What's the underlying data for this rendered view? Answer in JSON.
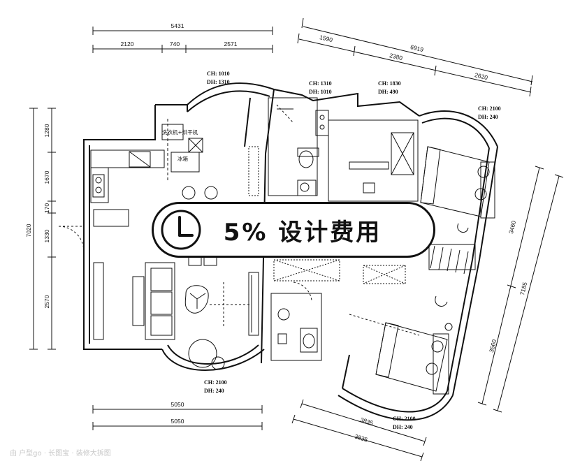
{
  "dimensions": {
    "top_total": "5431",
    "top_segments": [
      "2120",
      "740",
      "2571"
    ],
    "left_total": "7020",
    "left_segments": [
      "1280",
      "1670",
      "170",
      "1330",
      "2570"
    ],
    "bottom_1": "5050",
    "bottom_2": "5050",
    "upper_right_total": "6919",
    "upper_right_segments": [
      "1590",
      "2380",
      "2620"
    ],
    "right_total": "7185",
    "right_segments": [
      "3460",
      "3560"
    ],
    "lower_right_1": "3835",
    "lower_right_2": "3835"
  },
  "window_notes": [
    {
      "ch": "CH: 1010",
      "dh": "DH: 1310"
    },
    {
      "ch": "CH: 1310",
      "dh": "DH: 1010"
    },
    {
      "ch": "CH: 1830",
      "dh": "DH: 490"
    },
    {
      "ch": "CH: 2100",
      "dh": "DH: 240"
    },
    {
      "ch": "CH: 2100",
      "dh": "DH: 240"
    },
    {
      "ch": "CH: 2100",
      "dh": "DH: 240"
    }
  ],
  "room_labels": {
    "washer_dryer": "洗衣机+烘干机",
    "fridge": "冰箱"
  },
  "badge": {
    "text": "5% 设计费用",
    "icon": "clock-icon"
  },
  "watermark": "由 户型go · 长图宝 · 装修大拆图"
}
